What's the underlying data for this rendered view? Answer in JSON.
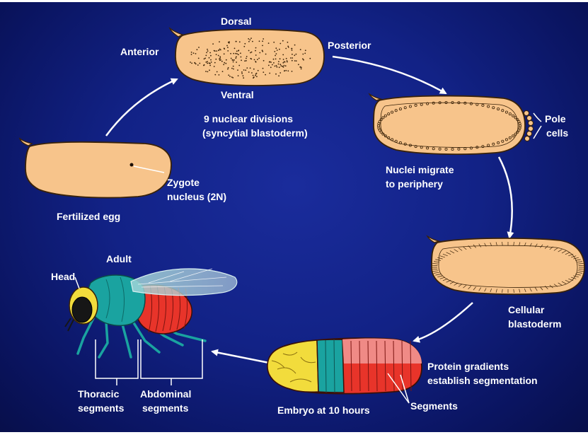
{
  "colors": {
    "background": "#122286",
    "text": "#ffffff",
    "egg_fill": "#f7c48b",
    "egg_outline": "#3a2208",
    "thorax_teal": "#1aa3a0",
    "abdomen_red": "#e8342a",
    "head_yellow": "#f2dc3c",
    "segment_pink": "#f08a86"
  },
  "stages": {
    "fertilized_egg": {
      "caption": "Fertilized egg",
      "nucleus_label": [
        "Zygote",
        "nucleus (2N)"
      ]
    },
    "syncytial": {
      "dorsal": "Dorsal",
      "ventral": "Ventral",
      "anterior": "Anterior",
      "posterior": "Posterior",
      "caption": [
        "9 nuclear divisions",
        "(syncytial blastoderm)"
      ]
    },
    "migration": {
      "caption": [
        "Nuclei migrate",
        "to periphery"
      ],
      "pole_label": [
        "Pole",
        "cells"
      ]
    },
    "cellular": {
      "caption": [
        "Cellular",
        "blastoderm"
      ]
    },
    "embryo": {
      "caption": "Embryo at 10 hours",
      "protein_label": [
        "Protein gradients",
        "establish segmentation"
      ],
      "segments_label": "Segments"
    },
    "adult": {
      "title": "Adult",
      "head_label": "Head",
      "thoracic_label": [
        "Thoracic",
        "segments"
      ],
      "abdominal_label": [
        "Abdominal",
        "segments"
      ]
    }
  }
}
